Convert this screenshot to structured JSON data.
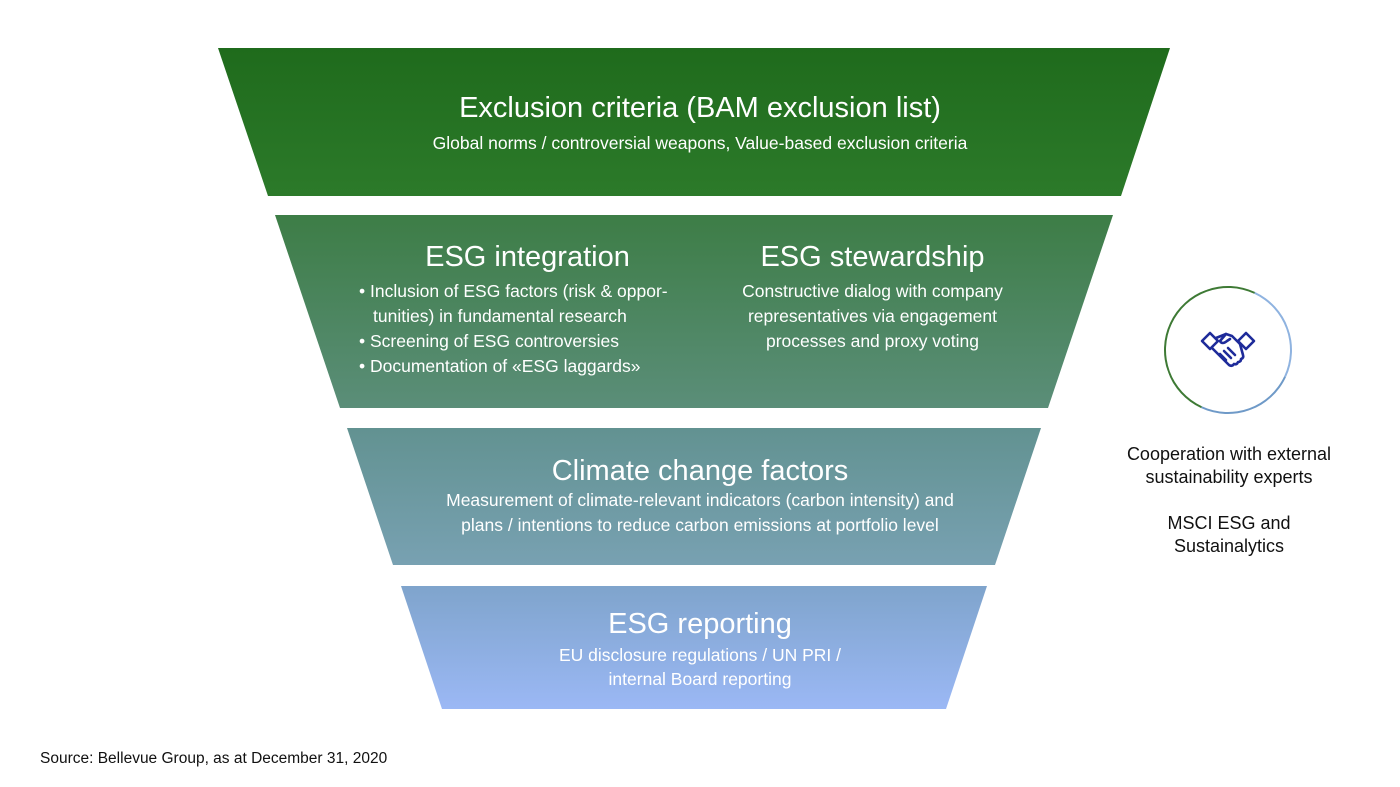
{
  "layers": {
    "exclusion": {
      "title": "Exclusion criteria (BAM exclusion list)",
      "text": "Global norms / controversial weapons, Value-based exclusion criteria"
    },
    "integration": {
      "title": "ESG integration",
      "bullets": [
        {
          "lines": [
            "Inclusion of ESG factors (risk & oppor-",
            "tunities) in fundamental research"
          ]
        },
        {
          "lines": [
            "Screening of ESG controversies"
          ]
        },
        {
          "lines": [
            "Documentation of «ESG laggards»"
          ]
        }
      ]
    },
    "stewardship": {
      "title": "ESG stewardship",
      "lines": [
        "Constructive dialog with company",
        "representatives via engagement",
        "processes and proxy voting"
      ]
    },
    "climate": {
      "title": "Climate change factors",
      "lines": [
        "Measurement of climate-relevant indicators (carbon intensity) and",
        "plans / intentions to reduce carbon emissions at portfolio level"
      ]
    },
    "reporting": {
      "title": "ESG reporting",
      "lines": [
        "EU disclosure regulations / UN PRI /",
        "internal Board reporting"
      ]
    }
  },
  "side": {
    "icon": "handshake-icon",
    "cooperation": [
      "Cooperation with external",
      "sustainability experts"
    ],
    "providers": [
      "MSCI ESG and",
      "Sustainalytics"
    ]
  },
  "source": "Source: Bellevue Group, as at December 31, 2020",
  "colors": {
    "top": "#1f6b1c",
    "mid": "#4d8a6a",
    "climate": "#6a9aa4",
    "bottom": "#96b4f0",
    "icon": "#1e2b9a",
    "circle": "#3e7a35"
  }
}
